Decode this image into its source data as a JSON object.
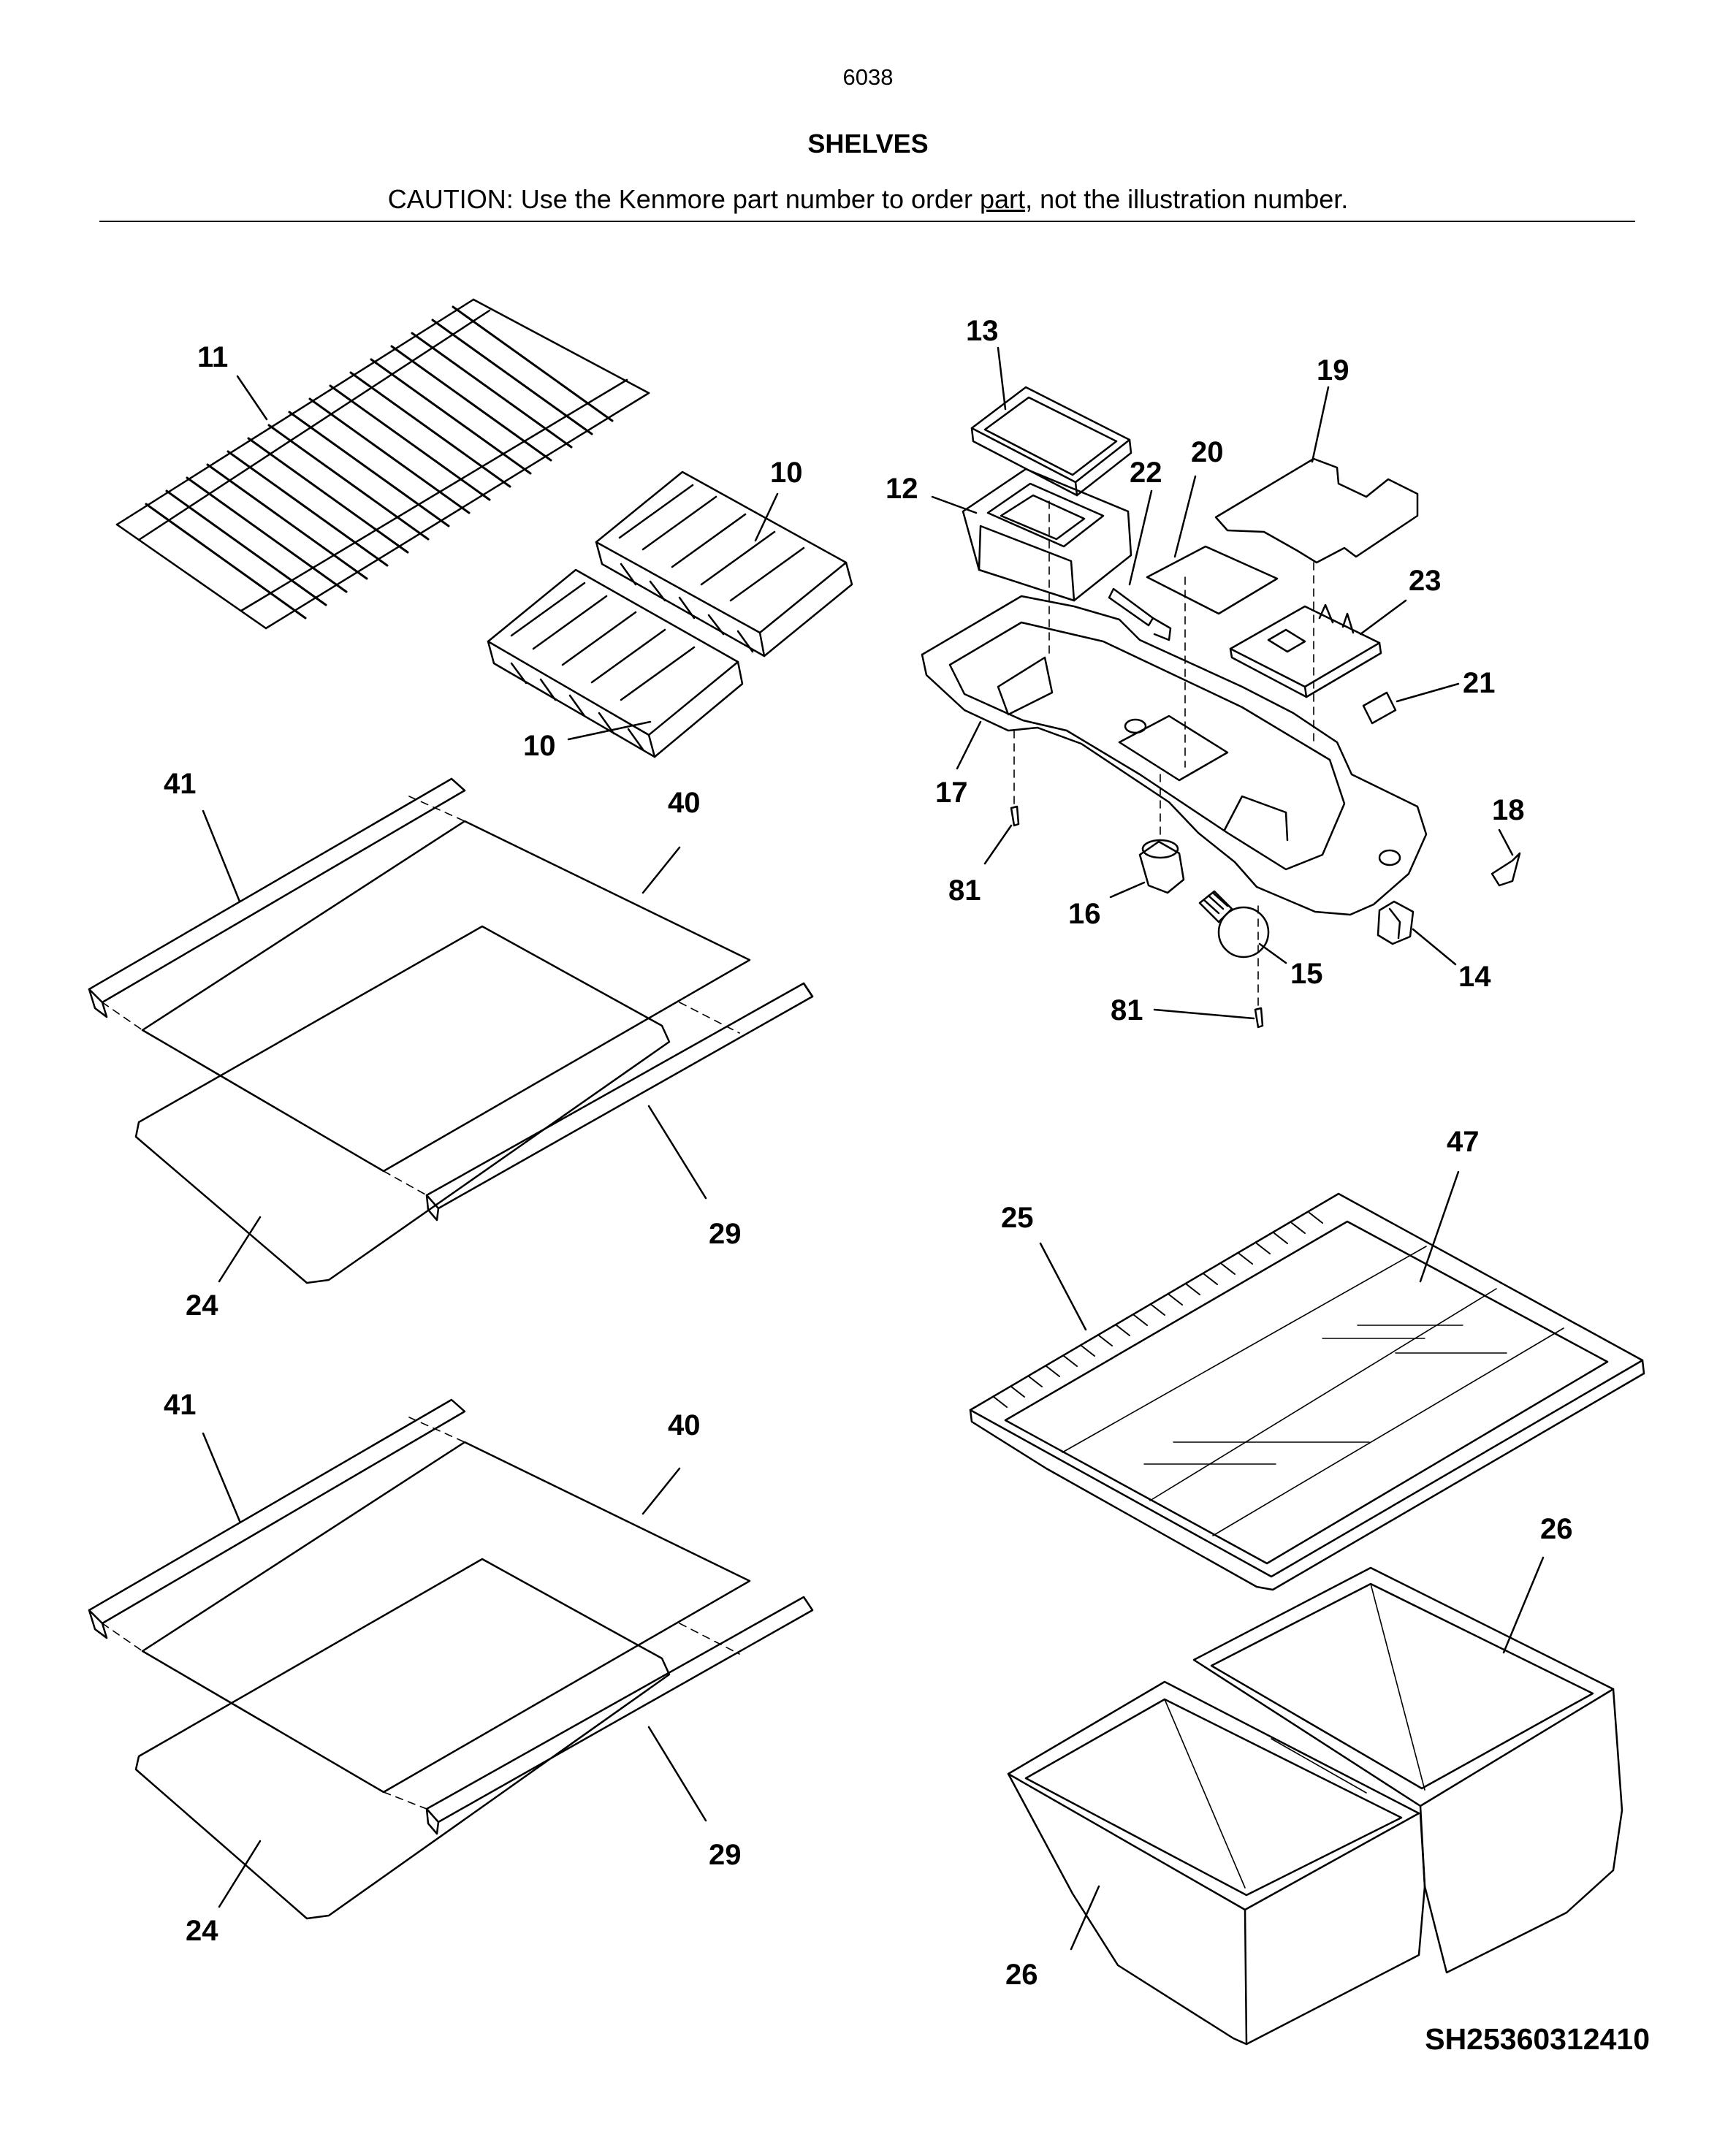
{
  "page_number": "6038",
  "title": "SHELVES",
  "caution": {
    "prefix": "CAUTION: Use the Kenmore part number to order ",
    "underlined": "part",
    "suffix": ", not the illustration number."
  },
  "callouts": {
    "c11": "11",
    "c10a": "10",
    "c10b": "10",
    "c13": "13",
    "c12": "12",
    "c22": "22",
    "c20": "20",
    "c19": "19",
    "c23": "23",
    "c21": "21",
    "c17": "17",
    "c18": "18",
    "c81a": "81",
    "c16": "16",
    "c15": "15",
    "c14": "14",
    "c81b": "81",
    "c41a": "41",
    "c40a": "40",
    "c29a": "29",
    "c24a": "24",
    "c47": "47",
    "c25": "25",
    "c41b": "41",
    "c40b": "40",
    "c29b": "29",
    "c24b": "24",
    "c26a": "26",
    "c26b": "26"
  },
  "reference_code": "SH25360312410"
}
